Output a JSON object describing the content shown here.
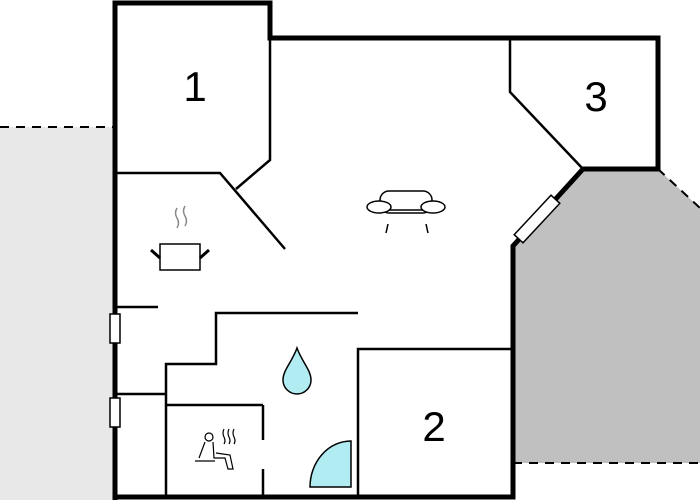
{
  "floorplan": {
    "rooms": [
      {
        "id": "room-1",
        "label": "1"
      },
      {
        "id": "room-2",
        "label": "2"
      },
      {
        "id": "room-3",
        "label": "3"
      }
    ],
    "icons": [
      "kitchen-pot-icon",
      "sofa-icon",
      "water-drop-icon",
      "sauna-icon",
      "shower-icon"
    ],
    "colors": {
      "wall": "#000000",
      "terrace": "#c0c0c0",
      "outside": "#e8e8e8",
      "water": "#b0ecf2"
    }
  }
}
